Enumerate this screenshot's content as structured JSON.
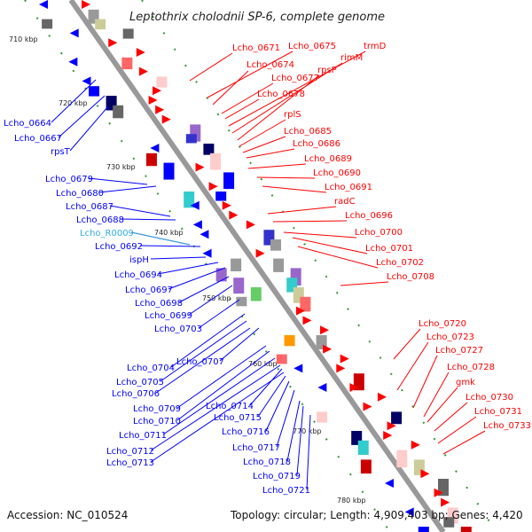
{
  "title": "Leptothrix cholodnii SP-6, complete genome",
  "footer": {
    "accession": "Accession: NC_010524",
    "topology": "Topology: circular; Length: 4,909,403 bp; Genes: 4,420"
  },
  "colors": {
    "forward_strand": "#ff0000",
    "reverse_strand": "#0000ff",
    "rna": "#66ccff",
    "backbone": "#999999",
    "gc_marks": "#339933"
  },
  "ticks": [
    "710 kbp",
    "720 kbp",
    "730 kbp",
    "740 kbp",
    "750 kbp",
    "760 kbp",
    "770 kbp",
    "780 kbp"
  ],
  "labels_right": [
    "Lcho_0671",
    "Lcho_0675",
    "trmD",
    "rimM",
    "Lcho_0674",
    "rpsP",
    "Lcho_0677",
    "Lcho_0678",
    "rplS",
    "Lcho_0685",
    "Lcho_0686",
    "Lcho_0689",
    "Lcho_0690",
    "Lcho_0691",
    "radC",
    "Lcho_0696",
    "Lcho_0700",
    "Lcho_0701",
    "Lcho_0702",
    "Lcho_0708",
    "Lcho_0720",
    "Lcho_0723",
    "Lcho_0727",
    "Lcho_0728",
    "gmk",
    "Lcho_0730",
    "Lcho_0731",
    "Lcho_0733"
  ],
  "labels_left": [
    "Lcho_0664",
    "Lcho_0667",
    "rpsT",
    "Lcho_0679",
    "Lcho_0680",
    "Lcho_0687",
    "Lcho_0688",
    "Lcho_R0009",
    "Lcho_0692",
    "ispH",
    "Lcho_0694",
    "Lcho_0697",
    "Lcho_0698",
    "Lcho_0699",
    "Lcho_0703",
    "Lcho_0707",
    "Lcho_0704",
    "Lcho_0705",
    "Lcho_0706",
    "Lcho_0709",
    "Lcho_0714",
    "Lcho_0710",
    "Lcho_0715",
    "Lcho_0711",
    "Lcho_0716",
    "Lcho_0712",
    "Lcho_0717",
    "Lcho_0713",
    "Lcho_0718",
    "Lcho_0719",
    "Lcho_0721"
  ]
}
